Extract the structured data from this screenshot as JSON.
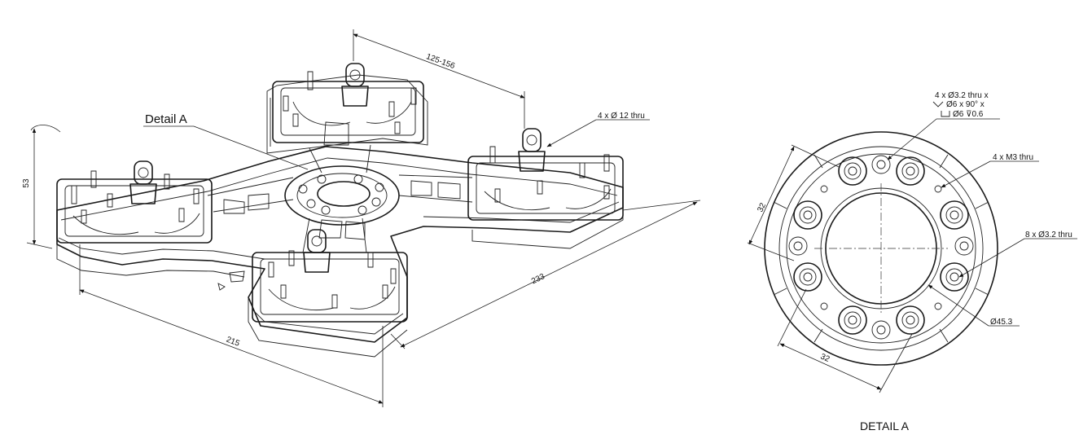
{
  "iso_view": {
    "dims": {
      "top": "125-156",
      "height": "53",
      "width": "215",
      "depth": "233"
    },
    "callouts": {
      "holes": "4 x Ø 12 thru",
      "detail_ref": "Detail A"
    }
  },
  "detail_view": {
    "title": "DETAIL A",
    "callouts": {
      "csk_line1": "4 x Ø3.2 thru x",
      "csk_line2": "Ø6 x 90° x",
      "csk_line3": "Ø6 ⊽0.6",
      "m3": "4 x M3 thru",
      "small_holes": "8 x Ø3.2 thru",
      "bore": "Ø45.3",
      "dim_left": "32",
      "dim_bottom": "32"
    }
  }
}
